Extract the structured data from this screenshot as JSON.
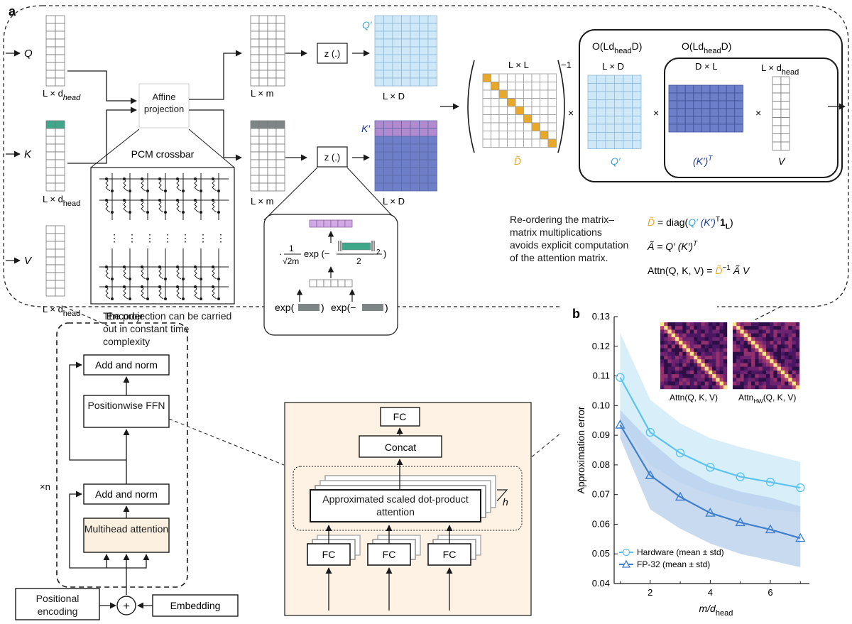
{
  "panel_a": {
    "label": "a",
    "inputs": [
      "Q",
      "K",
      "V"
    ],
    "dims": {
      "l_dhead": "L × d",
      "head": "head",
      "l_m": "L × m",
      "l_d": "L × D",
      "l_l": "L × L",
      "d_l": "D × L",
      "minus_one": "−1",
      "times": "×"
    },
    "affine": "Affine projection",
    "pcm_crossbar": "PCM crossbar",
    "crossbar_dots": "⋮",
    "projection_caption": "The projection can be carried out in constant time complexity",
    "z_func": "z (.)",
    "q_prime": "Q′",
    "k_prime": "K′",
    "d_tilde": "D̃",
    "k_prime_t": "(K′)",
    "t_sup": "T",
    "v_label": "V",
    "complexity_outer": "O(Ld",
    "complexity_inner": "O(Ld",
    "complexity_tail": "D)",
    "feature_map": {
      "frac_num": "1",
      "frac_den": "√2m",
      "exp_text": "exp (−",
      "norm_sub": "2",
      "over": "2",
      "close": ")",
      "bottom_left": "exp(",
      "bottom_right": "exp(−",
      "paren_close": ")"
    },
    "reorder_caption": "Re-ordering the matrix–matrix multiplications avoids explicit computation of the attention matrix.",
    "equations": {
      "eq1_lhs": "D̃",
      "eq1_mid": " = diag(",
      "eq1_q": "Q′",
      "eq1_k": " (K′)",
      "eq1_tail": "1",
      "eq1_sub": "L",
      "eq1_end": ")",
      "eq2": "Ã = Q′ (K′)",
      "eq3_lhs": "Attn(Q, K, V) = ",
      "eq3_d": "D̃",
      "eq3_rhs": " Ã V"
    },
    "colors": {
      "orange": "#e8a82a",
      "light_blue": "#cfe8f7",
      "grid_blue": "#8eb8da",
      "purple_blue": "#6d7fc8",
      "violet": "#b28ad0",
      "teal": "#3fa88a",
      "gray_row": "#7e8685",
      "q_text": "#3aa6dd",
      "k_text": "#1f3f9a"
    }
  },
  "encoder": {
    "title": "Encoder",
    "blocks": [
      "Add and norm",
      "Positionwise FFN",
      "Add and norm",
      "Multihead attention"
    ],
    "repeat": "×n",
    "positional": "Positional encoding",
    "plus": "+",
    "embedding": "Embedding"
  },
  "multihead": {
    "fc_top": "FC",
    "concat": "Concat",
    "attention": "Approximated scaled dot-product attention",
    "h": "h",
    "fc_inputs": [
      "FC",
      "FC",
      "FC"
    ]
  },
  "panel_b": {
    "label": "b",
    "inset_labels": [
      "Attn(Q, K, V)",
      "Attn",
      "HW",
      "(Q, K, V)"
    ]
  },
  "chart_data": {
    "type": "line",
    "title": "",
    "xlabel": "m/d",
    "xlabel_sub": "head",
    "ylabel": "Approximation error",
    "xlim": [
      0.8,
      7.3
    ],
    "ylim": [
      0.04,
      0.13
    ],
    "xticks": [
      2,
      4,
      6
    ],
    "yticks": [
      0.04,
      0.05,
      0.06,
      0.07,
      0.08,
      0.09,
      0.1,
      0.11,
      0.12,
      0.13
    ],
    "ytick_labels": [
      "0.04",
      "0.05",
      "0.06",
      "0.07",
      "0.08",
      "0.09",
      "0.10",
      "0.11",
      "0.12",
      "0.13"
    ],
    "grid": false,
    "legend_position": "bottom-left",
    "series": [
      {
        "name": "Hardware (mean ± std)",
        "marker": "circle",
        "color": "#5cc3ee",
        "band_color": "#cbe9f8",
        "x": [
          1,
          2,
          3,
          4,
          5,
          6,
          7
        ],
        "y": [
          0.1095,
          0.091,
          0.084,
          0.0792,
          0.076,
          0.0742,
          0.0723
        ],
        "upper": [
          0.1245,
          0.102,
          0.094,
          0.089,
          0.086,
          0.0835,
          0.081
        ],
        "lower": [
          0.0945,
          0.08,
          0.074,
          0.07,
          0.067,
          0.065,
          0.064
        ]
      },
      {
        "name": "FP-32 (mean ± std)",
        "marker": "triangle",
        "color": "#3f7fcc",
        "band_color": "#b6cdeb",
        "x": [
          1,
          2,
          3,
          4,
          5,
          6,
          7
        ],
        "y": [
          0.0935,
          0.0765,
          0.0692,
          0.0638,
          0.0606,
          0.0582,
          0.0553
        ],
        "upper": [
          0.0985,
          0.088,
          0.0795,
          0.074,
          0.071,
          0.069,
          0.066
        ],
        "lower": [
          0.089,
          0.065,
          0.0585,
          0.0535,
          0.05,
          0.0478,
          0.0455
        ]
      }
    ]
  }
}
